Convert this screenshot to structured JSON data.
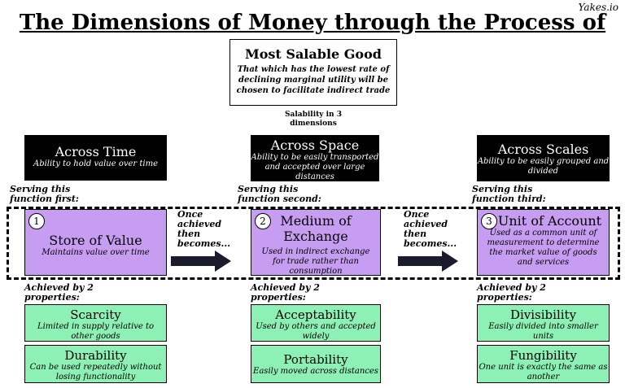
{
  "title": "The Dimensions of Money through the Process of Convergence",
  "credit": "Yakes.io",
  "top_box": {
    "title": "Most Salable Good",
    "desc": "That which has the lowest rate of declining marginal utility will be chosen to facilitate indirect trade"
  },
  "salability": "Salability in 3 dimensions",
  "once": "Once achieved then becomes...",
  "columns": [
    {
      "dim_title": "Across Time",
      "dim_desc": "Ability to hold value over time",
      "serving": "Serving this function first:",
      "num": "1",
      "func_title": "Store of Value",
      "func_desc": "Maintains value over time",
      "achieved": "Achieved by 2 properties:",
      "props": [
        {
          "title": "Scarcity",
          "desc": "Limited in supply relative to other goods"
        },
        {
          "title": "Durability",
          "desc": "Can be used repeatedly without losing functionality"
        }
      ]
    },
    {
      "dim_title": "Across Space",
      "dim_desc": "Ability to be easily transported and accepted over large distances",
      "serving": "Serving this function second:",
      "num": "2",
      "func_title": "Medium of Exchange",
      "func_desc": "Used in indirect exchange for trade rather than consumption",
      "achieved": "Achieved by 2 properties:",
      "props": [
        {
          "title": "Acceptability",
          "desc": "Used by others and accepted widely"
        },
        {
          "title": "Portability",
          "desc": "Easily moved across distances"
        }
      ]
    },
    {
      "dim_title": "Across Scales",
      "dim_desc": "Ability to be easily grouped and divided",
      "serving": "Serving this function third:",
      "num": "3",
      "func_title": "Unit of Account",
      "func_desc": "Used as a common unit of measurement to determine the market value of goods and services",
      "achieved": "Achieved by 2 properties:",
      "props": [
        {
          "title": "Divisibility",
          "desc": "Easily divided into smaller units"
        },
        {
          "title": "Fungibility",
          "desc": "One unit is exactly the same as another"
        }
      ]
    }
  ]
}
